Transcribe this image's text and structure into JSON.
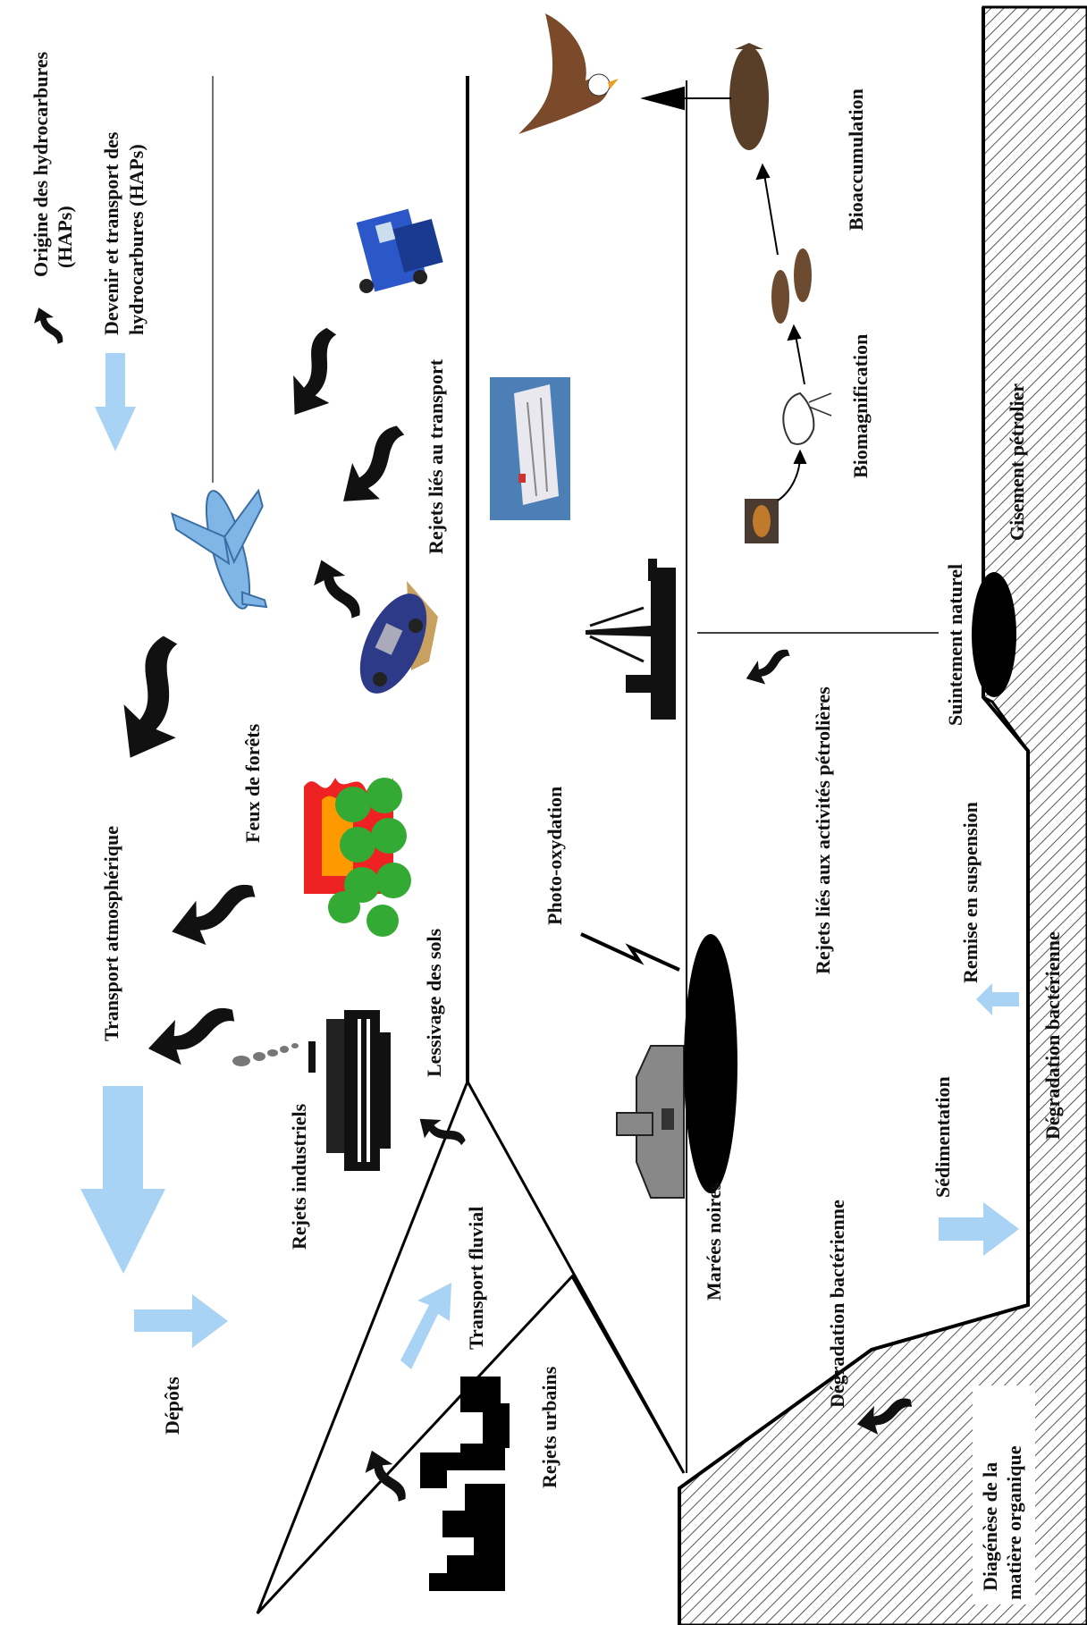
{
  "legend": {
    "origin_label": "Origine des hydrocarbures",
    "origin_label_2": "(HAPs)",
    "fate_label": "Devenir et transport des",
    "fate_label_2": "hydrocarbures (HAPs)"
  },
  "labels": {
    "transport_atmospherique": "Transport atmosphérique",
    "depots": "Dépôts",
    "rejets_industriels": "Rejets industriels",
    "feux_de_forets": "Feux de forêts",
    "rejets_transport": "Rejets liés au transport",
    "lessivage_des_sols": "Lessivage des sols",
    "transport_fluvial": "Transport fluvial",
    "rejets_urbains": "Rejets urbains",
    "marees_noires": "Marées noires",
    "photo_oxydation": "Photo-oxydation",
    "rejets_activites_petrolieres": "Rejets liés aux activités pétrolières",
    "degradation_bacterienne_1": "Dégradation bactérienne",
    "sedimentation": "Sédimentation",
    "remise_en_suspension": "Remise en suspension",
    "degradation_bacterienne_2": "Dégradation bactérienne",
    "diagenese_1": "Diagénèse de la",
    "diagenese_2": "matière organique",
    "suintement_naturel": "Suintement naturel",
    "gisement_petrolier": "Gisement pétrolier",
    "biomagnification": "Biomagnification",
    "bioaccumulation": "Bioaccumulation"
  },
  "colors": {
    "source_arrow": "#111111",
    "transport_arrow": "#a9d3f5",
    "hatch": "#444444",
    "sea_line": "#000000"
  }
}
